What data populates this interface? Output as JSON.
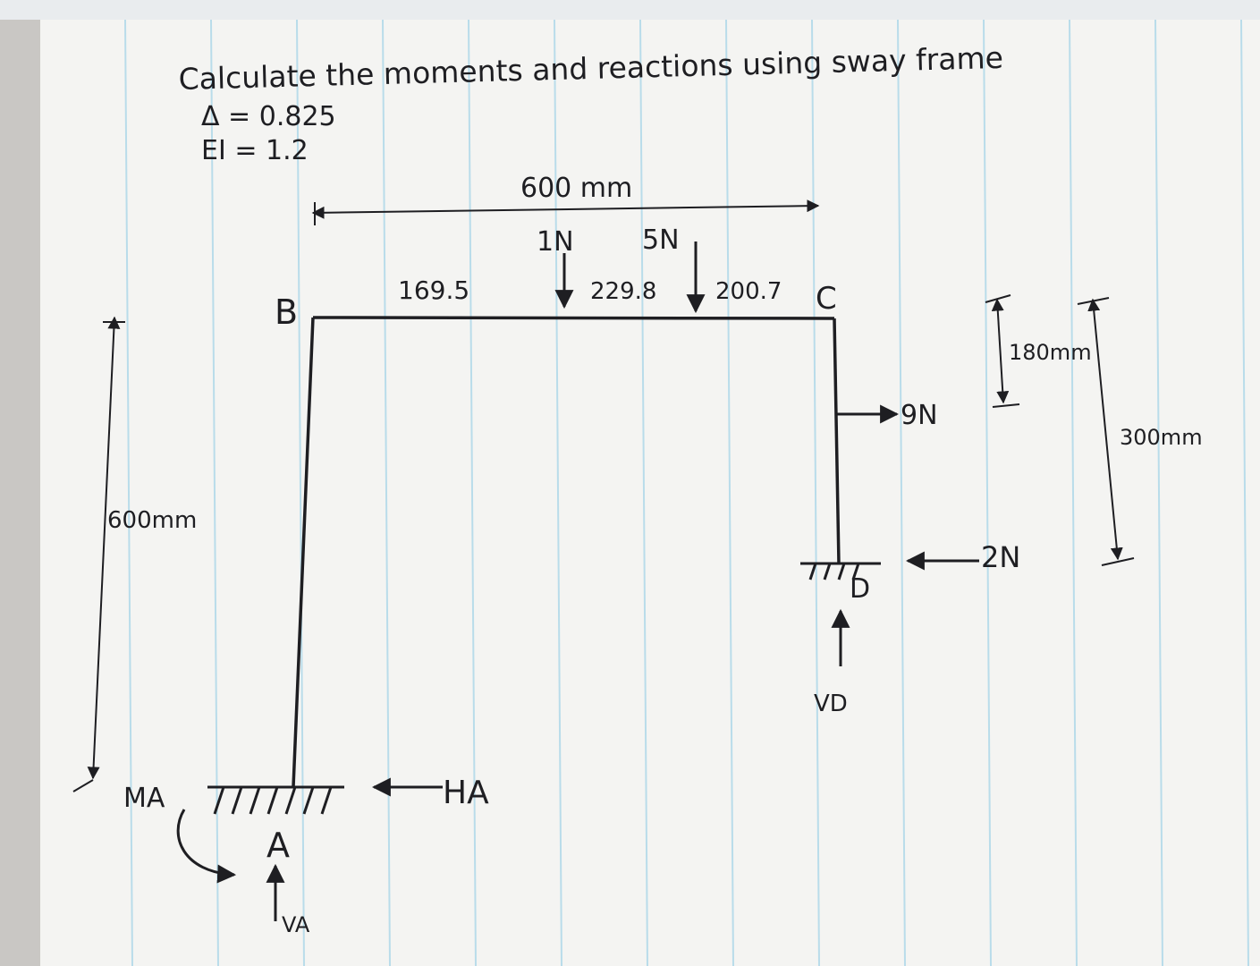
{
  "title": "Calculate the moments and reactions using sway frame",
  "given": {
    "delta": "Δ = 0.825",
    "ei": "EI = 1.2"
  },
  "nodes": {
    "a": "A",
    "b": "B",
    "c": "C",
    "d": "D"
  },
  "dimensions": {
    "beam_span": "600 mm",
    "column_height": "600mm",
    "load_height": "180mm",
    "right_height": "300mm"
  },
  "loads": {
    "point_load_1": "1N",
    "point_load_2": "5N",
    "horizontal_load_c": "9N",
    "horizontal_load_d": "2N"
  },
  "segments": {
    "seg_1": "169.5",
    "seg_2": "229.8",
    "seg_3": "200.7"
  },
  "reactions": {
    "ma": "MA",
    "ha": "HA",
    "va": "VA",
    "vd": "VD"
  },
  "colors": {
    "ink": "#1e1e22",
    "paper": "#f4f4f2",
    "rule": "#b9dcea"
  }
}
